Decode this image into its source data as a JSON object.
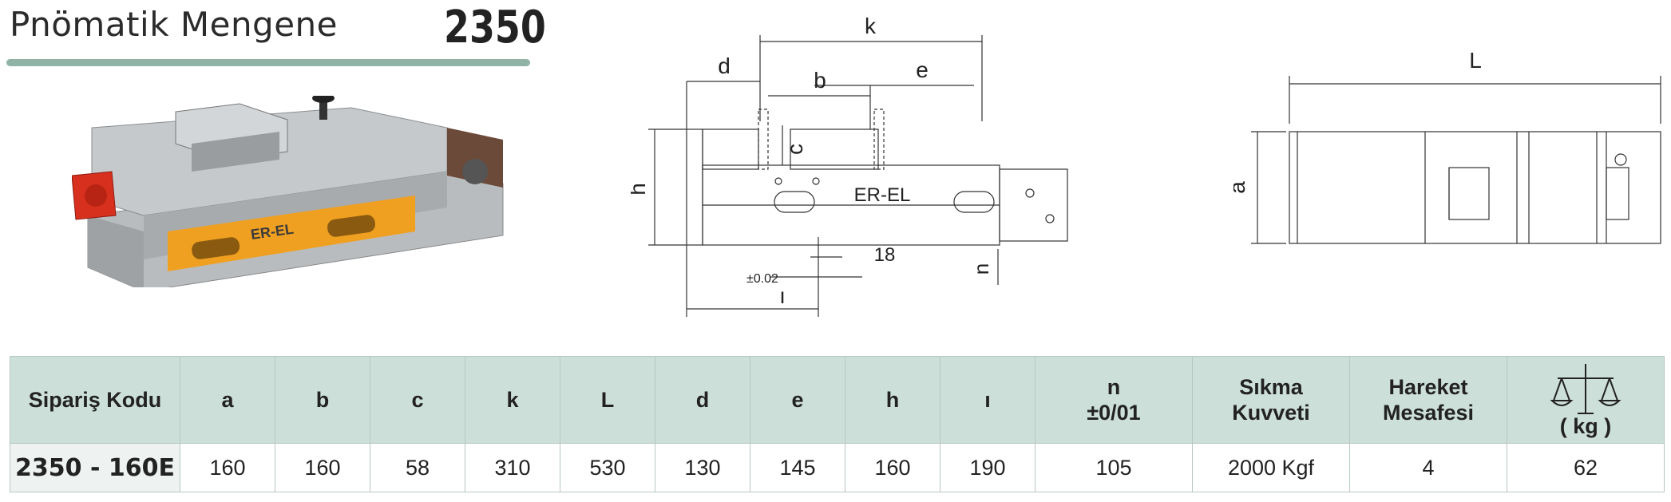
{
  "header": {
    "title": "Pnömatik Mengene",
    "model": "2350"
  },
  "diagram_front": {
    "labels": {
      "k": "k",
      "d": "d",
      "b": "b",
      "e": "e",
      "h": "h",
      "c": "c",
      "brand": "ER-EL",
      "tolerance": "±0.02",
      "eighteen": "18",
      "n": "n",
      "i": "ı"
    }
  },
  "diagram_top": {
    "labels": {
      "L": "L",
      "a": "a"
    }
  },
  "table": {
    "headers": [
      "Sipariş Kodu",
      "a",
      "b",
      "c",
      "k",
      "L",
      "d",
      "e",
      "h",
      "ı"
    ],
    "header_n_line1": "n",
    "header_n_line2": "±0/01",
    "header_force_line1": "Sıkma",
    "header_force_line2": "Kuvveti",
    "header_travel_line1": "Hareket",
    "header_travel_line2": "Mesafesi",
    "header_weight": "( kg )",
    "weight_icon": "scale-icon",
    "row": [
      "2350 - 160E",
      "160",
      "160",
      "58",
      "310",
      "530",
      "130",
      "145",
      "160",
      "190",
      "105",
      "2000 Kgf",
      "4",
      "62"
    ]
  },
  "colors": {
    "accent": "#8fb3a5",
    "header_bg": "#cddfd9",
    "vise_orange": "#f0a020",
    "vise_red": "#d8301e"
  }
}
